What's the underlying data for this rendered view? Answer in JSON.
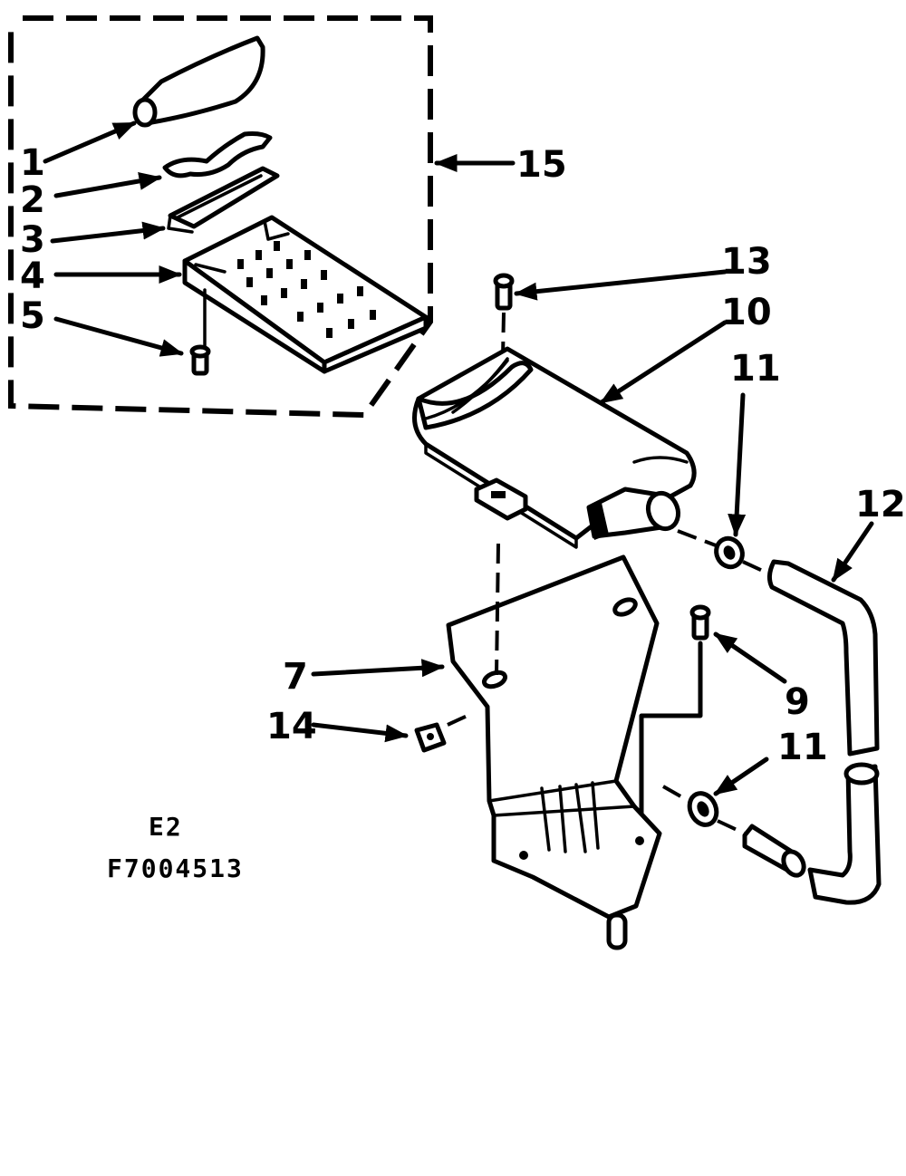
{
  "callouts": [
    {
      "id": "1",
      "text": "1"
    },
    {
      "id": "2",
      "text": "2"
    },
    {
      "id": "3",
      "text": "3"
    },
    {
      "id": "4",
      "text": "4"
    },
    {
      "id": "5",
      "text": "5"
    },
    {
      "id": "7",
      "text": "7"
    },
    {
      "id": "9",
      "text": "9"
    },
    {
      "id": "10",
      "text": "10"
    },
    {
      "id": "11a",
      "text": "11"
    },
    {
      "id": "11b",
      "text": "11"
    },
    {
      "id": "12",
      "text": "12"
    },
    {
      "id": "13",
      "text": "13"
    },
    {
      "id": "14",
      "text": "14"
    },
    {
      "id": "15",
      "text": "15"
    }
  ],
  "figure_code": {
    "line1": "E2",
    "line2": "F7004513"
  }
}
